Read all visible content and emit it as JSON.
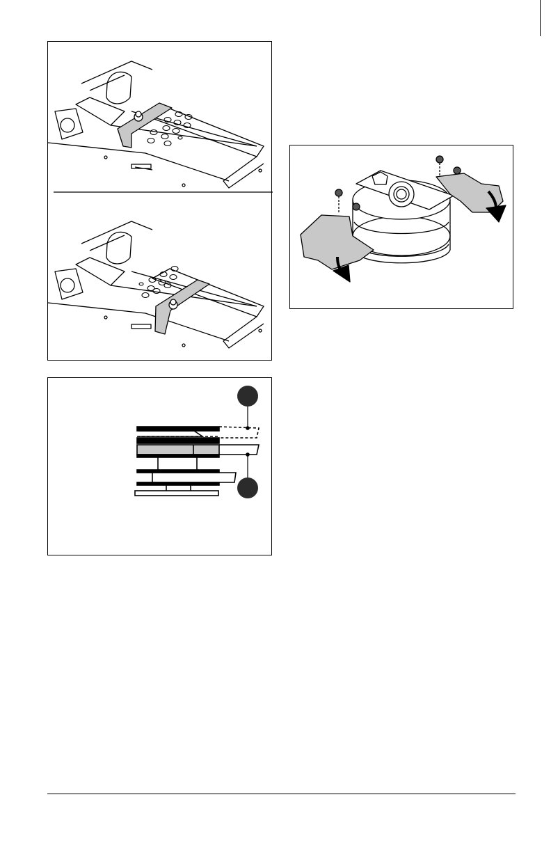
{
  "figures": [
    {
      "name": "bracket-adjustment-figure",
      "panels": [
        "bracket-left-position",
        "bracket-right-position"
      ]
    },
    {
      "name": "clutch-removal-figure"
    },
    {
      "name": "belt-pulley-cross-section-figure",
      "callouts": 2
    }
  ],
  "colors": {
    "line": "#000000",
    "part_gray": "#c8c8c8",
    "callout_fill": "#2b2b2b"
  }
}
